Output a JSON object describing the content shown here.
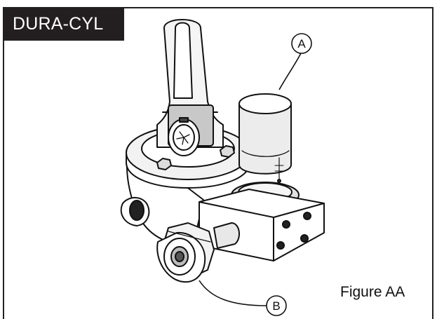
{
  "header": {
    "tag": "DURA-CYL"
  },
  "figure": {
    "label": "Figure AA"
  },
  "callouts": {
    "a": "A",
    "b": "B"
  },
  "colors": {
    "tag_bg": "#231f20",
    "line": "#111111",
    "metal_light": "#e6e6e6",
    "metal_dark": "#9a9a9a"
  }
}
